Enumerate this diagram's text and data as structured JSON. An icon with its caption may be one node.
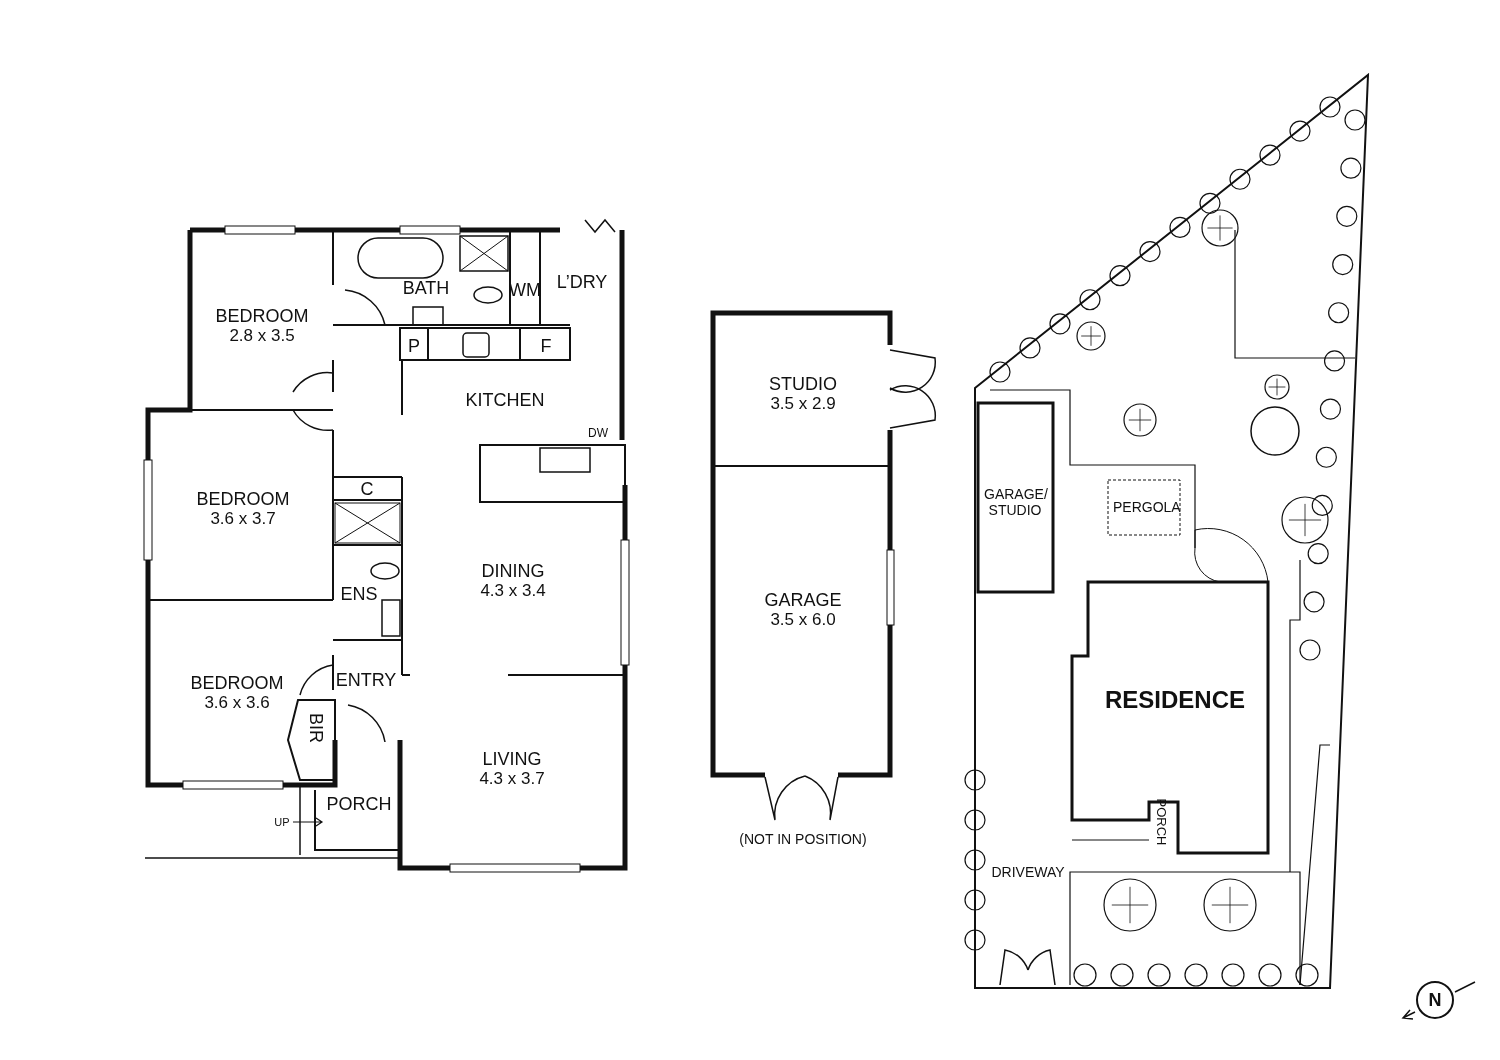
{
  "diagram": {
    "nodes": [
      {
        "text": [
          "BEDROOM",
          "2.8 x 3.5"
        ]
      },
      {
        "text": [
          "BATH"
        ]
      },
      {
        "text": [
          "WM"
        ]
      },
      {
        "text": [
          "L’DRY"
        ]
      },
      {
        "text": [
          "P"
        ]
      },
      {
        "text": [
          "F"
        ]
      },
      {
        "text": [
          "KITCHEN"
        ]
      },
      {
        "text": [
          "DW"
        ]
      },
      {
        "text": [
          "BEDROOM",
          "3.6 x 3.7"
        ]
      },
      {
        "text": [
          "C"
        ]
      },
      {
        "text": [
          "DINING",
          "4.3 x 3.4"
        ]
      },
      {
        "text": [
          "ENS"
        ]
      },
      {
        "text": [
          "BEDROOM",
          "3.6 x 3.6"
        ]
      },
      {
        "text": [
          "ENTRY"
        ]
      },
      {
        "text": [
          "BIR"
        ]
      },
      {
        "text": [
          "LIVING",
          "4.3 x 3.7"
        ]
      },
      {
        "text": [
          "PORCH"
        ]
      },
      {
        "text": [
          "STUDIO",
          "3.5 x 2.9"
        ]
      },
      {
        "text": [
          "GARAGE",
          "3.5 x 6.0"
        ]
      },
      {
        "text": [
          "GARAGE/ STUDIO"
        ]
      },
      {
        "text": [
          "PERGOLA"
        ]
      },
      {
        "text": [
          "RESIDENCE"
        ]
      },
      {
        "text": [
          "PORCH"
        ]
      },
      {
        "text": [
          "N"
        ]
      }
    ],
    "labels": [
      "UP",
      "(NOT IN POSITION)",
      "DRIVEWAY"
    ]
  }
}
